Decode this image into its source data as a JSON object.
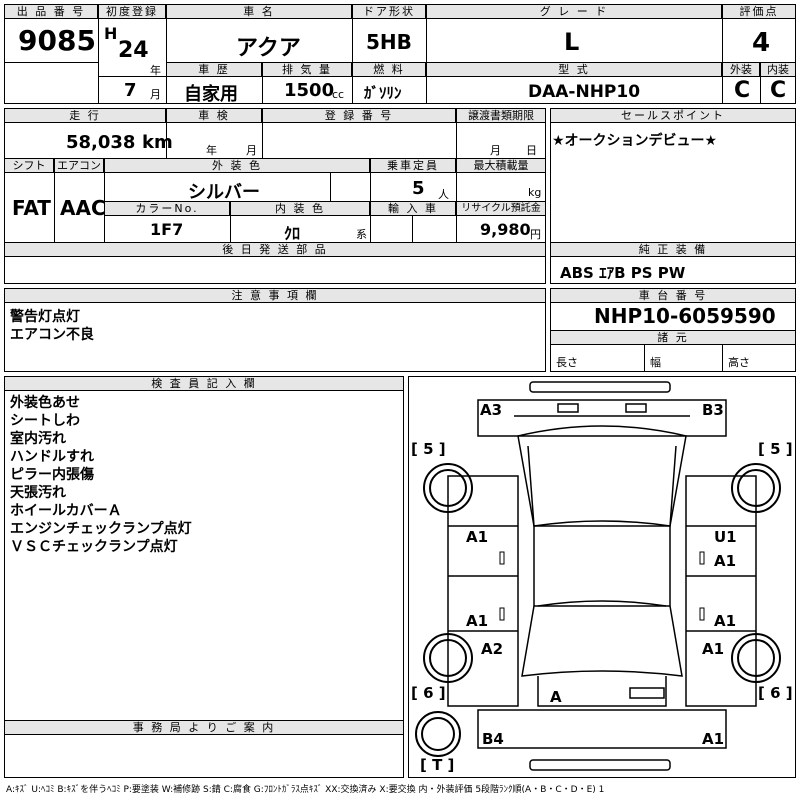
{
  "header": {
    "lot_label": "出 品 番 号",
    "lot": "9085",
    "first_reg_label": "初度登録",
    "era": "H",
    "year": "24",
    "year_unit": "年",
    "month": "7",
    "month_unit": "月",
    "car_name_label": "車 名",
    "car_name": "アクア",
    "history_label": "車 歴",
    "history": "自家用",
    "displacement_label": "排 気 量",
    "displacement": "1500",
    "displacement_unit": "cc",
    "door_label": "ドア形状",
    "door": "5HB",
    "fuel_label": "燃 料",
    "fuel": "ｶﾞｿﾘﾝ",
    "grade_label": "グ レ ー ド",
    "grade": "L",
    "model_label": "型 式",
    "model": "DAA-NHP10",
    "score_label": "評価点",
    "score": "4",
    "ext_label": "外装",
    "ext": "C",
    "int_label": "内装",
    "int": "C"
  },
  "row2": {
    "mileage_label": "走 行",
    "mileage": "58,038",
    "mileage_unit": "km",
    "inspection_label": "車 検",
    "insp_year": "年",
    "insp_month": "月",
    "reg_no_label": "登 録 番 号",
    "transfer_label": "譲渡書類期限",
    "tr_month": "月",
    "tr_day": "日",
    "sales_label": "セールスポイント",
    "sales": "★オークションデビュー★"
  },
  "row3": {
    "shift_label": "シフト",
    "shift": "FAT",
    "ac_label": "エアコン",
    "ac": "AAC",
    "ext_color_label": "外 装 色",
    "ext_color": "シルバー",
    "capacity_label": "乗車定員",
    "capacity": "5",
    "capacity_unit": "人",
    "max_load_label": "最大積載量",
    "max_load_unit": "kg",
    "color_no_label": "カラーNo.",
    "color_no": "1F7",
    "int_color_label": "内 装 色",
    "int_color": "ｸﾛ",
    "int_color_unit": "系",
    "import_label": "輸 入 車",
    "recycle_label": "リサイクル預託金",
    "recycle": "9,980",
    "recycle_unit": "円",
    "later_label": "後 日 発 送 部 品",
    "equip_label": "純 正 装 備",
    "equip": "ABS ｴｱB PS PW"
  },
  "notes": {
    "caution_label": "注 意 事 項 欄",
    "caution": [
      "警告灯点灯",
      "エアコン不良"
    ],
    "chassis_label": "車 台 番 号",
    "chassis": "NHP10-6059590",
    "spec_label": "諸 元",
    "length": "長さ",
    "width": "幅",
    "height": "高さ"
  },
  "inspector": {
    "label": "検 査 員 記 入 欄",
    "items": [
      "外装色あせ",
      "シートしわ",
      "室内汚れ",
      "ハンドルすれ",
      "ピラー内張傷",
      "天張汚れ",
      "ホイールカバーＡ",
      "エンジンチェックランプ点灯",
      "ＶＳＣチェックランプ点灯"
    ]
  },
  "office": {
    "label": "事 務 局 よ り ご 案 内"
  },
  "damage": {
    "a3": "A3",
    "b3": "B3",
    "f5l": "[ 5 ]",
    "f5r": "[ 5 ]",
    "a1_lf": "A1",
    "u1": "U1",
    "a1_rf": "A1",
    "a1_lr": "A1",
    "a1_rr": "A1",
    "a2": "A2",
    "a1_rw": "A1",
    "r6l": "[ 6 ]",
    "r6r": "[ 6 ]",
    "a_rear": "A",
    "b4": "B4",
    "a1_rb": "A1",
    "t": "[ T ]"
  },
  "legend": "A:ｷｽﾞ U:ﾍｺﾐ B:ｷｽﾞを伴うﾍｺﾐ P:要塗装 W:補修跡 S:錆 C:腐食 G:ﾌﾛﾝﾄｶﾞﾗｽ点ｷｽﾞ XX:交換済み X:要交換 内・外装評価 5段階ﾗﾝｸ順(A・B・C・D・E) 1"
}
